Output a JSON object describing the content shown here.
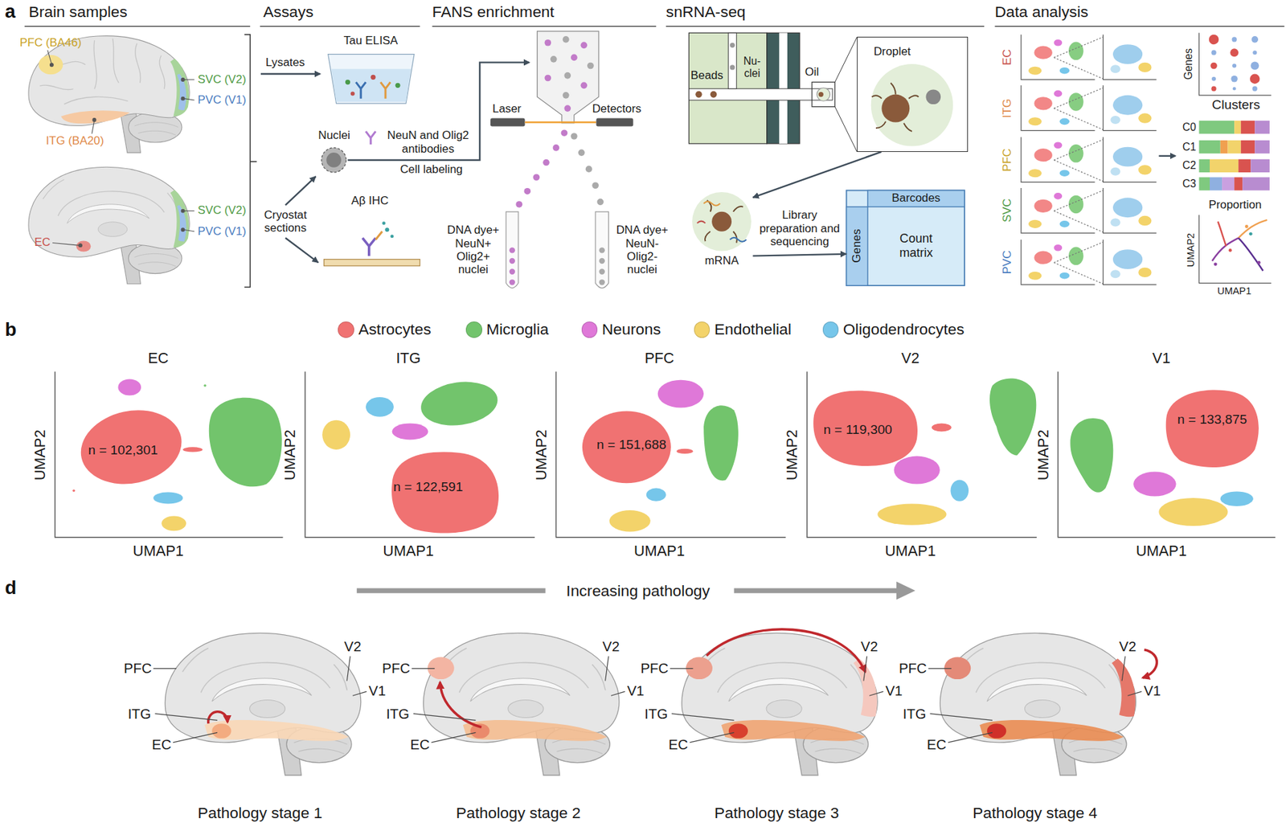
{
  "diagram": {
    "nodes": [
      {
        "text": [
          "Cryostat sections"
        ]
      },
      {
        "text": [
          "Tau ELISA"
        ]
      },
      {
        "text": [
          "Nuclei"
        ]
      },
      {
        "text": [
          "Aβ IHC"
        ]
      },
      {
        "text": [
          "DNA dye+ NeuN+ Olig2+ nuclei"
        ]
      },
      {
        "text": [
          "DNA dye+ NeuN- Olig2- nuclei"
        ]
      },
      {
        "text": [
          "Droplet"
        ]
      },
      {
        "text": [
          "mRNA"
        ]
      },
      {
        "text": [
          "Barcodes",
          "Genes",
          "Count matrix"
        ]
      },
      {
        "text": [
          "EC",
          "n = 102,301",
          "UMAP1",
          "UMAP2"
        ]
      },
      {
        "text": [
          "ITG",
          "n = 122,591",
          "UMAP1",
          "UMAP2"
        ]
      },
      {
        "text": [
          "PFC",
          "n = 151,688",
          "UMAP1",
          "UMAP2"
        ]
      },
      {
        "text": [
          "V2",
          "n = 119,300",
          "UMAP1",
          "UMAP2"
        ]
      },
      {
        "text": [
          "V1",
          "n = 133,875",
          "UMAP1",
          "UMAP2"
        ]
      },
      {
        "text": [
          "Pathology stage 1"
        ]
      },
      {
        "text": [
          "Pathology stage 2"
        ]
      },
      {
        "text": [
          "Pathology stage 3"
        ]
      },
      {
        "text": [
          "Pathology stage 4"
        ]
      }
    ],
    "edges": [
      {
        "from": 0,
        "to": 2,
        "arrow": "to"
      },
      {
        "from": 0,
        "to": 3,
        "arrow": "to"
      },
      {
        "from": 6,
        "to": 7,
        "arrow": "to"
      },
      {
        "from": 7,
        "to": 8,
        "label": "Library preparation and sequencing",
        "arrow": "to"
      }
    ],
    "labels": [
      "a",
      "Brain samples",
      "Assays",
      "FANS enrichment",
      "snRNA-seq",
      "Data analysis",
      "PFC (BA46)",
      "SVC (V2)",
      "PVC (V1)",
      "ITG (BA20)",
      "SVC (V2)",
      "PVC (V1)",
      "EC",
      "Lysates",
      "NeuN and Olig2 antibodies",
      "Cell labeling",
      "Laser",
      "Detectors",
      "Beads",
      "Nu- clei",
      "Oil",
      "EC",
      "ITG",
      "PFC",
      "SVC",
      "PVC",
      "Genes",
      "Clusters",
      "C0",
      "C1",
      "C2",
      "C3",
      "Proportion",
      "UMAP2",
      "UMAP1",
      "b",
      "d",
      "Increasing pathology",
      "PFC",
      "V2",
      "V1",
      "ITG",
      "EC",
      "PFC",
      "V2",
      "V1",
      "ITG",
      "EC",
      "PFC",
      "V2",
      "V1",
      "ITG",
      "EC",
      "PFC",
      "V2",
      "V1",
      "ITG",
      "EC"
    ],
    "legend": [
      {
        "text": "Astrocytes",
        "color": "#f07272"
      },
      {
        "text": "Microglia",
        "color": "#72c46c"
      },
      {
        "text": "Neurons",
        "color": "#df78d8"
      },
      {
        "text": "Endothelial",
        "color": "#f3d36a"
      },
      {
        "text": "Oligodendrocytes",
        "color": "#76c6ea"
      }
    ]
  }
}
